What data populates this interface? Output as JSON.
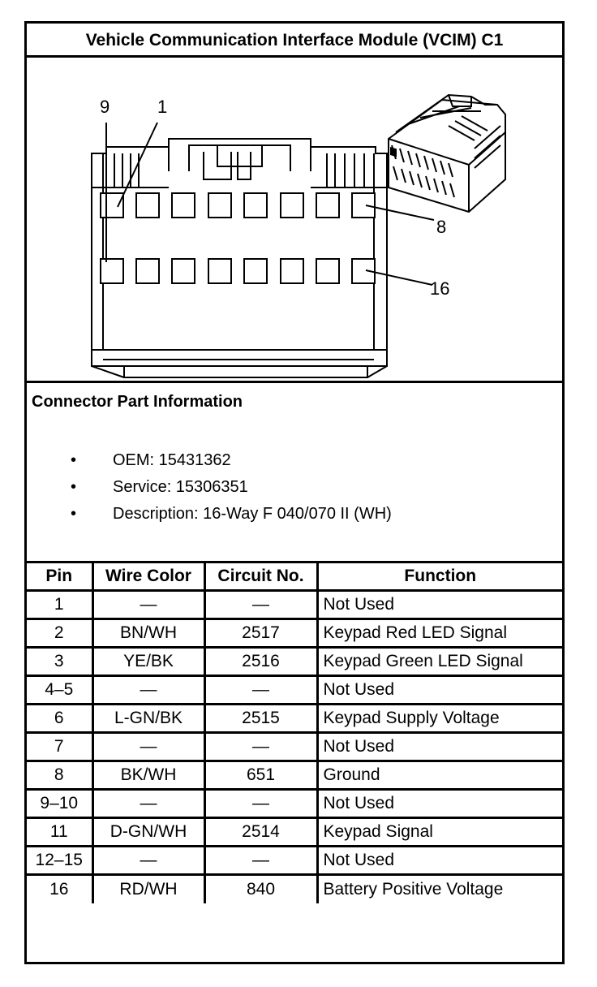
{
  "title": "Vehicle Communication Interface Module (VCIM) C1",
  "figure": {
    "callouts": [
      "9",
      "1",
      "8",
      "16"
    ]
  },
  "connector_info": {
    "heading": "Connector Part Information",
    "items": [
      "OEM: 15431362",
      "Service: 15306351",
      "Description: 16-Way F 040/070 II (WH)"
    ]
  },
  "table": {
    "headers": [
      "Pin",
      "Wire Color",
      "Circuit No.",
      "Function"
    ],
    "rows": [
      [
        "1",
        "—",
        "—",
        "Not Used"
      ],
      [
        "2",
        "BN/WH",
        "2517",
        "Keypad Red LED Signal"
      ],
      [
        "3",
        "YE/BK",
        "2516",
        "Keypad Green LED Signal"
      ],
      [
        "4–5",
        "—",
        "—",
        "Not Used"
      ],
      [
        "6",
        "L-GN/BK",
        "2515",
        "Keypad Supply Voltage"
      ],
      [
        "7",
        "—",
        "—",
        "Not Used"
      ],
      [
        "8",
        "BK/WH",
        "651",
        "Ground"
      ],
      [
        "9–10",
        "—",
        "—",
        "Not Used"
      ],
      [
        "11",
        "D-GN/WH",
        "2514",
        "Keypad Signal"
      ],
      [
        "12–15",
        "—",
        "—",
        "Not Used"
      ],
      [
        "16",
        "RD/WH",
        "840",
        "Battery Positive Voltage"
      ]
    ]
  }
}
